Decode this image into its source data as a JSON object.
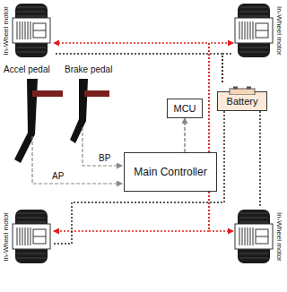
{
  "diagram": {
    "nodes": [
      {
        "text": [
          "In-Wheel motor"
        ]
      },
      {
        "text": [
          "In-Wheel motor"
        ]
      },
      {
        "text": [
          "MCU"
        ]
      },
      {
        "text": [
          "Battery"
        ]
      },
      {
        "text": [
          "Main Controller"
        ]
      },
      {
        "text": [
          "In-Wheel motor"
        ]
      },
      {
        "text": [
          "In-Wheel motor"
        ]
      }
    ],
    "edges": [
      {
        "from": 4,
        "to": 2,
        "arrow": "to"
      },
      {
        "from": 4,
        "to": 0,
        "arrow": "to"
      },
      {
        "from": 4,
        "to": 1,
        "arrow": "to"
      },
      {
        "from": 4,
        "to": 5,
        "arrow": "to"
      },
      {
        "from": 4,
        "to": 6,
        "arrow": "to"
      },
      {
        "from": 3,
        "to": 0,
        "arrow": "none"
      },
      {
        "from": 3,
        "to": 1,
        "arrow": "none"
      },
      {
        "from": 3,
        "to": 5,
        "arrow": "none"
      },
      {
        "from": 3,
        "to": 6,
        "arrow": "none"
      }
    ],
    "labels": [
      "Accel pedal",
      "Brake pedal",
      "AP",
      "BP"
    ]
  }
}
